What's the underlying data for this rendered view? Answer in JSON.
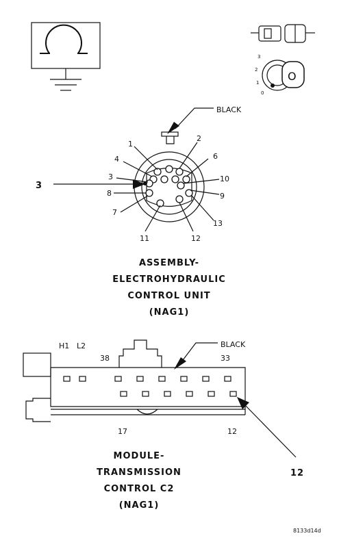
{
  "symbols": {
    "ohmmeter": "ohmmeter-icon",
    "connector": "connector-disconnect-icon",
    "ignition": "ignition-key-icon",
    "ignition_positions": [
      "3",
      "2",
      "1",
      "0"
    ],
    "ignition_key_text": "O"
  },
  "top_connector": {
    "wire_color": "BLACK",
    "callout": "3",
    "pins": [
      "1",
      "2",
      "4",
      "6",
      "3",
      "10",
      "8",
      "9",
      "7",
      "13",
      "11",
      "12"
    ],
    "title_lines": [
      "ASSEMBLY-",
      "ELECTROHYDRAULIC",
      "CONTROL UNIT",
      "(NAG1)"
    ]
  },
  "bottom_connector": {
    "wire_color": "BLACK",
    "label_h1": "H1",
    "label_l2": "L2",
    "pin_38": "38",
    "pin_33": "33",
    "pin_17": "17",
    "pin_12": "12",
    "callout": "12",
    "title_lines": [
      "MODULE-",
      "TRANSMISSION",
      "CONTROL C2",
      "(NAG1)"
    ]
  },
  "figure_id": "8133d14d"
}
